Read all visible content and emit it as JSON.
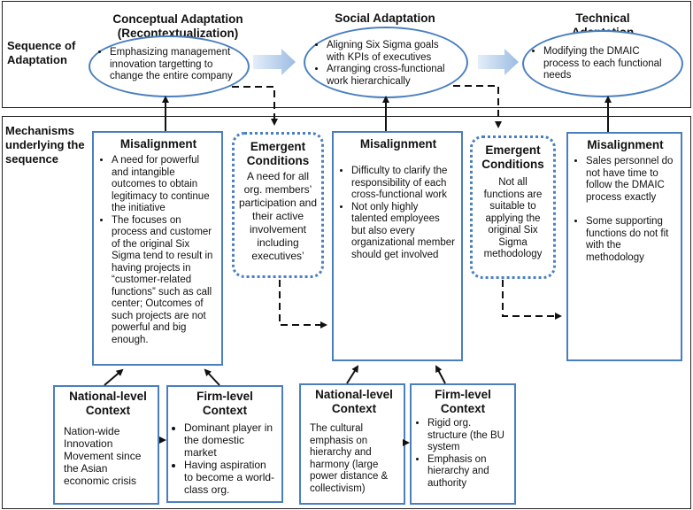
{
  "sequence_label": "Sequence of\nAdaptation",
  "mechanisms_label": "Mechanisms\nunderlying the\nsequence",
  "stages": [
    {
      "title": "Conceptual Adaptation\n(Recontextualization)",
      "bullets": [
        "Emphasizing management innovation targetting to change the entire company"
      ]
    },
    {
      "title": "Social Adaptation",
      "bullets": [
        "Aligning Six Sigma goals with KPIs of executives",
        "Arranging cross-functional work hierarchically"
      ]
    },
    {
      "title": "Technical\nAdaptation",
      "bullets": [
        "Modifying the DMAIC process to each functional needs"
      ]
    }
  ],
  "misalignment_1": {
    "title": "Misalignment",
    "bullets": [
      "A need for powerful and intangible outcomes to obtain legitimacy to continue the initiative",
      "The focuses on process and customer of the original Six Sigma tend to result in having projects in “customer-related functions” such as call center; Outcomes of such projects are not powerful and big enough."
    ]
  },
  "emergent_1": {
    "title": "Emergent\nConditions",
    "text": "A need for all org. members’ participation and their active involvement including executives’"
  },
  "misalignment_2": {
    "title": "Misalignment",
    "bullets": [
      "Difficulty to clarify the responsibility of each cross-functional work",
      "Not only highly talented employees but also every organizational member should get involved"
    ]
  },
  "emergent_2": {
    "title": "Emergent\nConditions",
    "text": "Not all functions are suitable to applying the original Six Sigma methodology"
  },
  "misalignment_3": {
    "title": "Misalignment",
    "bullets": [
      "Sales personnel do not have time to follow the DMAIC process exactly",
      "Some supporting functions do not fit with the methodology"
    ]
  },
  "national_1": {
    "title": "National-level\nContext",
    "text": "Nation-wide Innovation Movement since the Asian economic crisis"
  },
  "firm_1": {
    "title": "Firm-level\nContext",
    "bullets": [
      "Dominant player in the domestic market",
      "Having aspiration to become a world-class org."
    ]
  },
  "national_2": {
    "title": "National-level\nContext",
    "text": "The cultural emphasis on hierarchy and harmony (large power distance & collectivism)"
  },
  "firm_2": {
    "title": "Firm-level\nContext",
    "bullets": [
      "Rigid org. structure (the BU system",
      "Emphasis on hierarchy and authority"
    ]
  },
  "colors": {
    "box_border": "#4a7fbf",
    "arrow_fill": "#a9c4e6",
    "panel_border": "#222222"
  }
}
